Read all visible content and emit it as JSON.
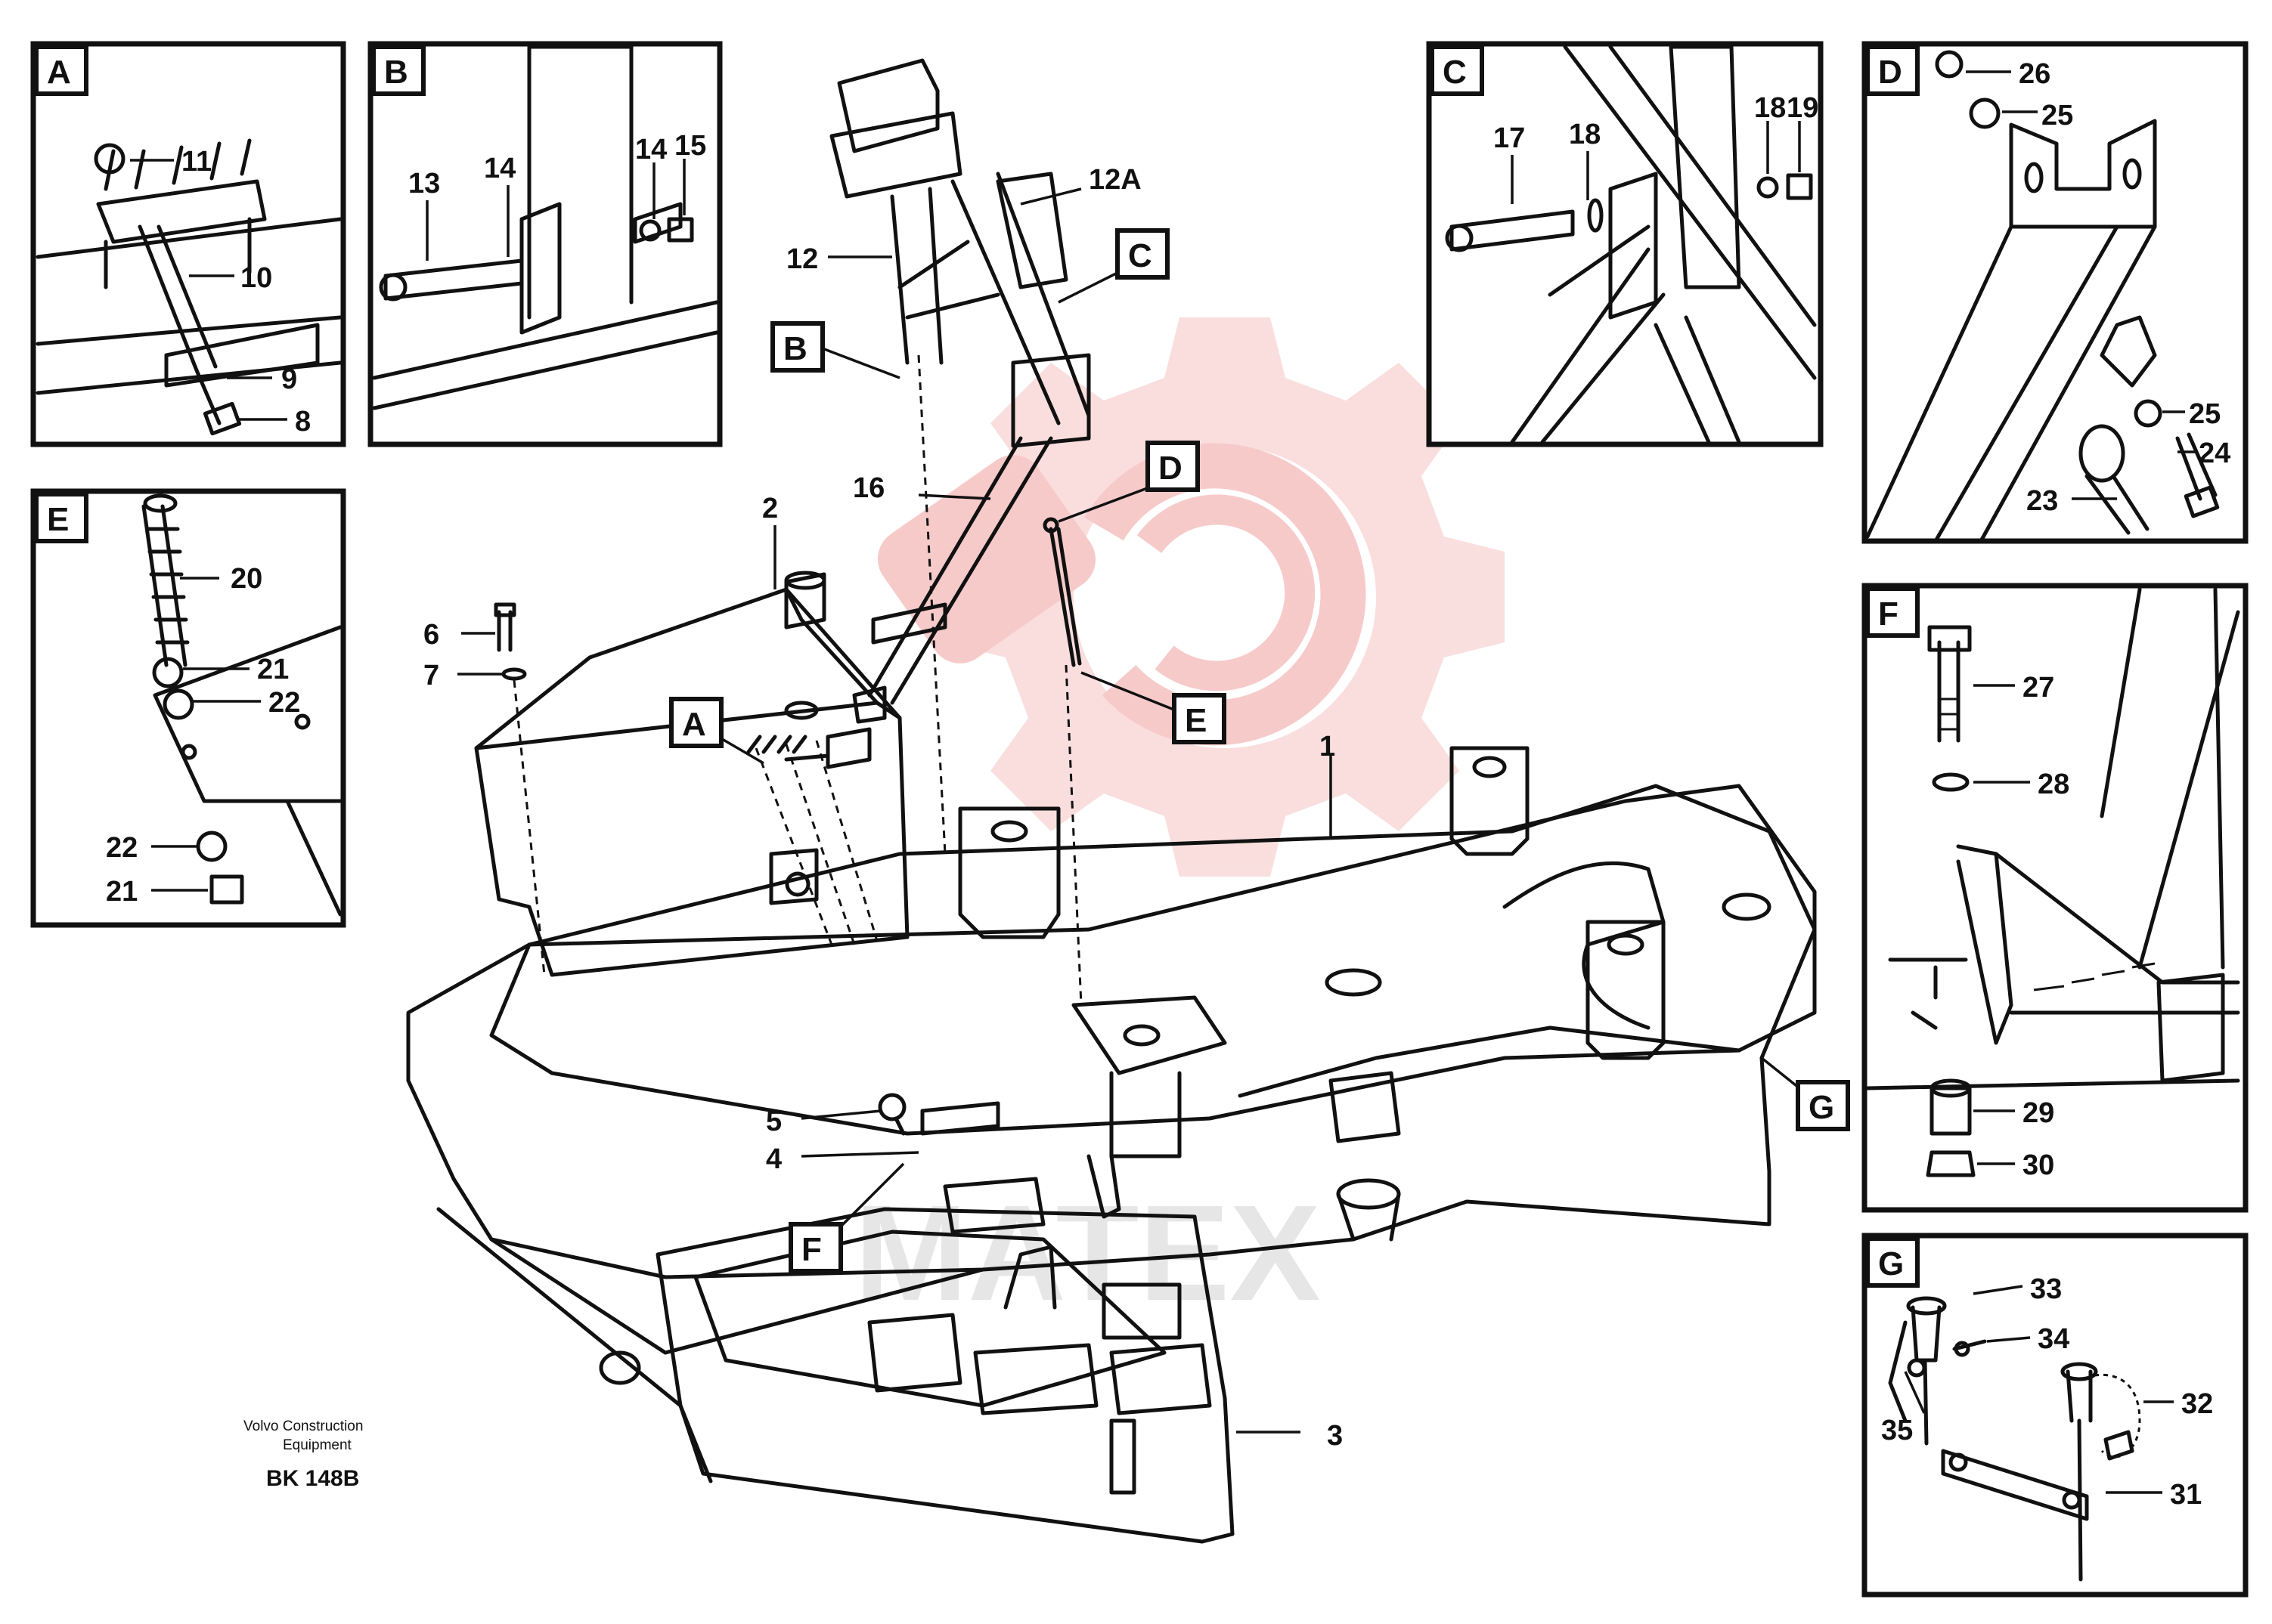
{
  "watermark": {
    "text": "MATEX",
    "color": "#f3a8a8"
  },
  "main_labels": {
    "l1": "1",
    "l2": "2",
    "l3": "3",
    "l4": "4",
    "l5": "5",
    "l6": "6",
    "l7": "7",
    "l12": "12",
    "l12a": "12A",
    "l16": "16"
  },
  "main_tags": {
    "a": "A",
    "b": "B",
    "c": "C",
    "d": "D",
    "e": "E",
    "f": "F",
    "g": "G"
  },
  "panels": {
    "a": {
      "tag": "A",
      "labels": {
        "l8": "8",
        "l9": "9",
        "l10": "10",
        "l11": "11"
      }
    },
    "b": {
      "tag": "B",
      "labels": {
        "l13": "13",
        "l14a": "14",
        "l14b": "14",
        "l15": "15"
      }
    },
    "c": {
      "tag": "C",
      "labels": {
        "l17": "17",
        "l18a": "18",
        "l18b": "18",
        "l19": "19"
      }
    },
    "d": {
      "tag": "D",
      "labels": {
        "l23": "23",
        "l24": "24",
        "l25a": "25",
        "l25b": "25",
        "l26": "26"
      }
    },
    "e": {
      "tag": "E",
      "labels": {
        "l20": "20",
        "l21a": "21",
        "l21b": "21",
        "l22a": "22",
        "l22b": "22"
      }
    },
    "f": {
      "tag": "F",
      "labels": {
        "l27": "27",
        "l28": "28",
        "l29": "29",
        "l30": "30"
      }
    },
    "g": {
      "tag": "G",
      "labels": {
        "l31": "31",
        "l32": "32",
        "l33": "33",
        "l34": "34",
        "l35": "35"
      }
    }
  },
  "footer": {
    "line1": "Volvo Construction",
    "line2": "Equipment",
    "code": "BK 148B"
  }
}
